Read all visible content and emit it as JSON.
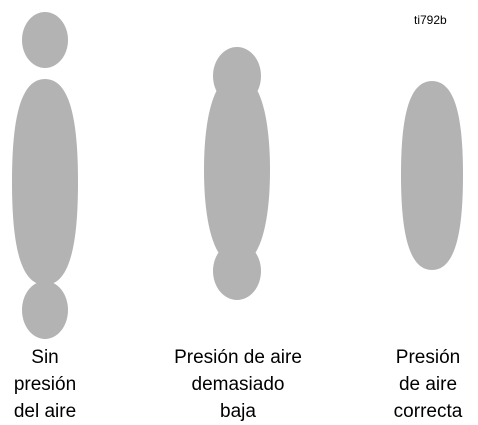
{
  "reference_code": "ti792b",
  "fill_color": "#b3b3b3",
  "patterns": [
    {
      "id": "no-pressure",
      "caption_lines": [
        "Sin",
        "presión",
        "del aire"
      ]
    },
    {
      "id": "pressure-too-low",
      "caption_lines": [
        "Presión de aire",
        "demasiado",
        "baja"
      ]
    },
    {
      "id": "pressure-correct",
      "caption_lines": [
        "Presión",
        "de aire",
        "correcta"
      ]
    }
  ]
}
